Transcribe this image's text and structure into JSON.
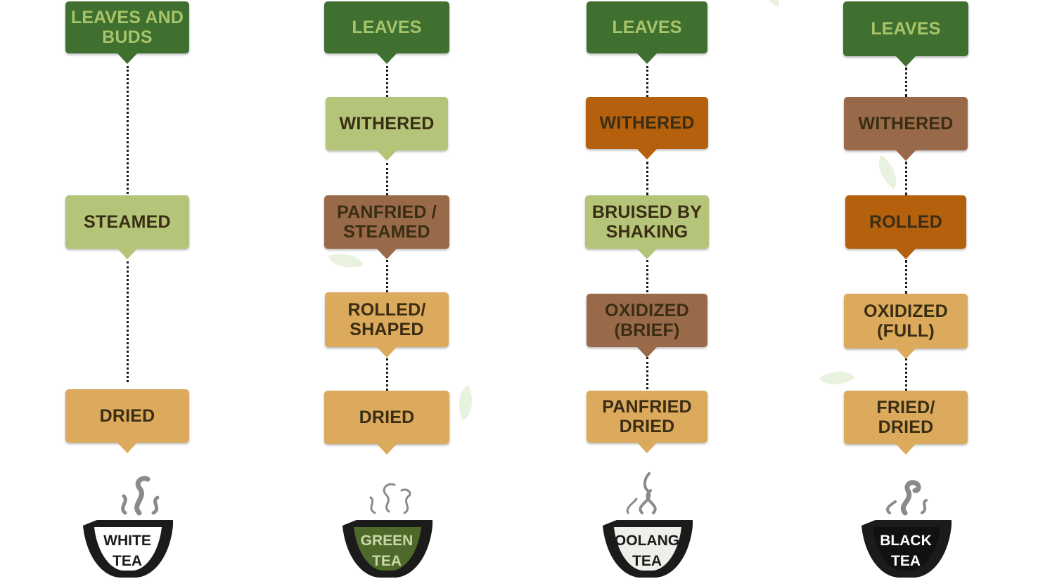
{
  "colors": {
    "dark_green": "#3f7030",
    "lime": "#b4c57a",
    "brown": "#996a4a",
    "orange": "#b5600d",
    "tan": "#dbaa5c",
    "cup_dark": "#1b1b1b",
    "green_tea_fill": "#4e6a2a"
  },
  "columns": [
    {
      "steps": [
        {
          "lines": [
            "LEAVES AND",
            "BUDS"
          ]
        },
        {
          "lines": [
            "STEAMED"
          ]
        },
        {
          "lines": [
            "DRIED"
          ]
        }
      ],
      "cup": {
        "lines": [
          "WHITE",
          "TEA"
        ],
        "icon": "steam-cup-icon"
      }
    },
    {
      "steps": [
        {
          "lines": [
            "LEAVES"
          ]
        },
        {
          "lines": [
            "WITHERED"
          ]
        },
        {
          "lines": [
            "PANFRIED /",
            "STEAMED"
          ]
        },
        {
          "lines": [
            "ROLLED/",
            "SHAPED"
          ]
        },
        {
          "lines": [
            "DRIED"
          ]
        }
      ],
      "cup": {
        "lines": [
          "GREEN",
          "TEA"
        ],
        "icon": "steam-cup-icon"
      }
    },
    {
      "steps": [
        {
          "lines": [
            "LEAVES"
          ]
        },
        {
          "lines": [
            "WITHERED"
          ]
        },
        {
          "lines": [
            "BRUISED BY",
            "SHAKING"
          ]
        },
        {
          "lines": [
            "OXIDIZED",
            "(BRIEF)"
          ]
        },
        {
          "lines": [
            "PANFRIED",
            "DRIED"
          ]
        }
      ],
      "cup": {
        "lines": [
          "OOLANG",
          "TEA"
        ],
        "icon": "steam-cup-icon"
      }
    },
    {
      "steps": [
        {
          "lines": [
            "LEAVES"
          ]
        },
        {
          "lines": [
            "WITHERED"
          ]
        },
        {
          "lines": [
            "ROLLED"
          ]
        },
        {
          "lines": [
            "OXIDIZED",
            "(FULL)"
          ]
        },
        {
          "lines": [
            "FRIED/",
            "DRIED"
          ]
        }
      ],
      "cup": {
        "lines": [
          "BLACK",
          "TEA"
        ],
        "icon": "steam-cup-icon"
      }
    }
  ]
}
